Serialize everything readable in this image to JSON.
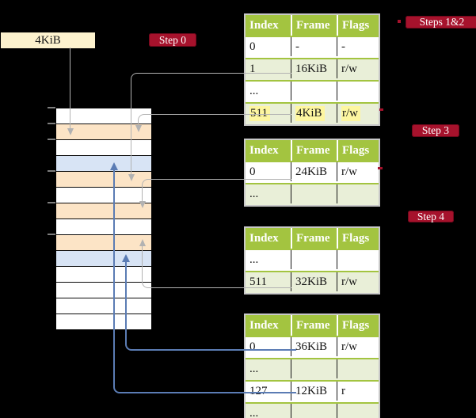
{
  "frame_label": {
    "text": "4KiB"
  },
  "badges": [
    {
      "label": "Step 0"
    },
    {
      "label": "Steps 1&2"
    },
    {
      "label": "Step 3"
    },
    {
      "label": "Step 4"
    }
  ],
  "memory": {
    "cells": [
      "white",
      "orange",
      "white",
      "blue",
      "orange",
      "white",
      "orange",
      "white",
      "orange",
      "blue",
      "white",
      "white",
      "white",
      "white"
    ]
  },
  "tables": [
    {
      "columns": [
        "Index",
        "Frame",
        "Flags"
      ],
      "rows": [
        {
          "cells": [
            "0",
            "-",
            "-"
          ],
          "shade": false,
          "highlight": false
        },
        {
          "cells": [
            "1",
            "16KiB",
            "r/w"
          ],
          "shade": true,
          "highlight": false
        },
        {
          "cells": [
            "...",
            "",
            ""
          ],
          "shade": false,
          "highlight": false
        },
        {
          "cells": [
            "511",
            "4KiB",
            "r/w"
          ],
          "shade": true,
          "highlight": true
        }
      ]
    },
    {
      "columns": [
        "Index",
        "Frame",
        "Flags"
      ],
      "rows": [
        {
          "cells": [
            "0",
            "24KiB",
            "r/w"
          ],
          "shade": false,
          "highlight": false
        },
        {
          "cells": [
            "...",
            "",
            ""
          ],
          "shade": true,
          "highlight": false
        }
      ]
    },
    {
      "columns": [
        "Index",
        "Frame",
        "Flags"
      ],
      "rows": [
        {
          "cells": [
            "...",
            "",
            ""
          ],
          "shade": false,
          "highlight": false
        },
        {
          "cells": [
            "511",
            "32KiB",
            "r/w"
          ],
          "shade": true,
          "highlight": false
        }
      ]
    },
    {
      "columns": [
        "Index",
        "Frame",
        "Flags"
      ],
      "rows": [
        {
          "cells": [
            "0",
            "36KiB",
            "r/w"
          ],
          "shade": false,
          "highlight": false
        },
        {
          "cells": [
            "...",
            "",
            ""
          ],
          "shade": true,
          "highlight": false
        },
        {
          "cells": [
            "127",
            "12KiB",
            "r"
          ],
          "shade": false,
          "highlight": false
        },
        {
          "cells": [
            "...",
            "",
            ""
          ],
          "shade": true,
          "highlight": false
        }
      ]
    }
  ],
  "colors": {
    "badge_red": "#a6122c",
    "header_green": "#a3c440",
    "row_green": "#e9efd8",
    "highlight_yellow": "#fdf6a0",
    "cell_orange": "#fce4c6",
    "cell_blue": "#d8e4f5",
    "label_cream": "#fdf2ce",
    "arrow_gray": "#b2b2b2",
    "arrow_blue": "#5b7cb4"
  }
}
